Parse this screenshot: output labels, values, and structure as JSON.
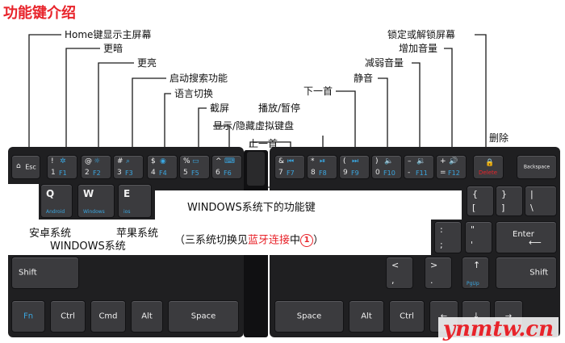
{
  "title": "功能键介绍",
  "callouts": {
    "home": "Home键显示主屏幕",
    "dimmer": "更暗",
    "brighter": "更亮",
    "search": "启动搜索功能",
    "language": "语言切换",
    "screenshot": "截屏",
    "show_hide_keyboard": "显示/隐藏虚拟键盘",
    "prev_track": "上一首",
    "play_pause": "播放/暂停",
    "next_track": "下一首",
    "mute": "静音",
    "vol_down": "减弱音量",
    "vol_up": "增加音量",
    "lock": "锁定或解锁屏幕",
    "delete": "删除",
    "windows_fn": "WINDOWS系统下的功能键",
    "android": "安卓系统",
    "windows": "WINDOWS系统",
    "apple": "苹果系统",
    "note_prefix": "（三系统切换见",
    "note_link": "蓝牙连接",
    "note_mid": "中",
    "note_num": "1",
    "note_suffix": "）"
  },
  "keys": {
    "esc": "Esc",
    "backspace": "Backspace",
    "f_keys": [
      {
        "top": "!",
        "fn": "F1",
        "num": "1"
      },
      {
        "top": "@",
        "fn": "F2",
        "num": "2"
      },
      {
        "top": "#",
        "fn": "F3",
        "num": "3"
      },
      {
        "top": "$",
        "fn": "F4",
        "num": "4"
      },
      {
        "top": "%",
        "fn": "F5",
        "num": "5"
      },
      {
        "top": "^",
        "fn": "F6",
        "num": "6"
      },
      {
        "top": "&",
        "fn": "F7",
        "num": "7"
      },
      {
        "top": "*",
        "fn": "F8",
        "num": "8"
      },
      {
        "top": "(",
        "fn": "F9",
        "num": "9"
      },
      {
        "top": ")",
        "fn": "F10",
        "num": "0"
      },
      {
        "top": "–",
        "fn": "F11",
        "num": "-"
      },
      {
        "top": "+",
        "fn": "F12",
        "num": "="
      }
    ],
    "delete_label": "Delete",
    "q": {
      "main": "Q",
      "sub": "Android"
    },
    "w": {
      "main": "W",
      "sub": "Windows"
    },
    "e": {
      "main": "E",
      "sub": "ios"
    },
    "brace_left": {
      "top": "{",
      "bottom": "["
    },
    "brace_right": {
      "top": "}",
      "bottom": "]"
    },
    "pipe": {
      "top": "|",
      "bottom": "\\"
    },
    "colon": {
      "top": ":",
      "bottom": ";"
    },
    "quote": {
      "top": "\"",
      "bottom": "'"
    },
    "enter": "Enter",
    "shift_left": "Shift",
    "shift_right": "Shift",
    "lt": {
      "top": "<",
      "bottom": ","
    },
    "gt": {
      "top": ">",
      "bottom": "."
    },
    "pgup": {
      "top": "?",
      "bottom": "PgUp"
    },
    "fn": "Fn",
    "ctrl_left": "Ctrl",
    "cmd": "Cmd",
    "alt_left": "Alt",
    "space_left": "Space",
    "space_right": "Space",
    "alt_right": "Alt",
    "ctrl_right": "Ctrl"
  },
  "watermark": "ynmtw.cn",
  "colors": {
    "accent_red": "#e8232a",
    "fn_blue": "#3aa6e0",
    "key_dark": "#3b3b3e"
  }
}
